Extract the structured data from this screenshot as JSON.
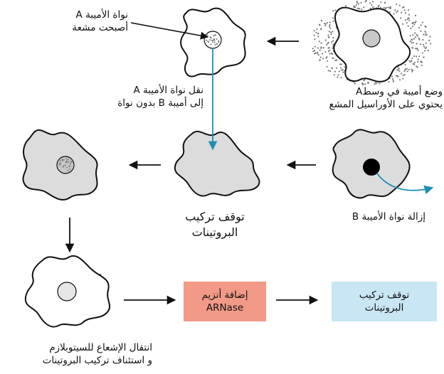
{
  "labels": {
    "nucleus_a_radioactive": "نواة الأميبة A\nأصبحت مشعة",
    "place_amoeba": "وضع أميبة  في وسطA\nيحتوي على الأوراسيل المشع",
    "transfer_nucleus": "نقل نواة الأميبة A\nإلى أميبة B بدون نواة",
    "remove_nucleus_b": "إزالة نواة الأميبة B",
    "protein_synthesis_stop": "توقف تركيب\nالبروتينات",
    "radiation_transfer": "انتقال الإشعاع للسيتوبلازم\nو استئناف تركيب البروتينات"
  },
  "boxes": {
    "add_arnase": "إضافة أنزيم\nARNase",
    "protein_stop_final": "توقف تركيب\nالبروتينات"
  },
  "colors": {
    "cell_fill": "#dcdcdc",
    "nucleus_gray": "#c8c8c8",
    "nucleus_black": "#000000",
    "radioactive_dots": "#7a7a7a",
    "blue_arrow": "#1f8fb3",
    "box_red": "#f29a87",
    "box_blue": "#c9e6f4"
  }
}
